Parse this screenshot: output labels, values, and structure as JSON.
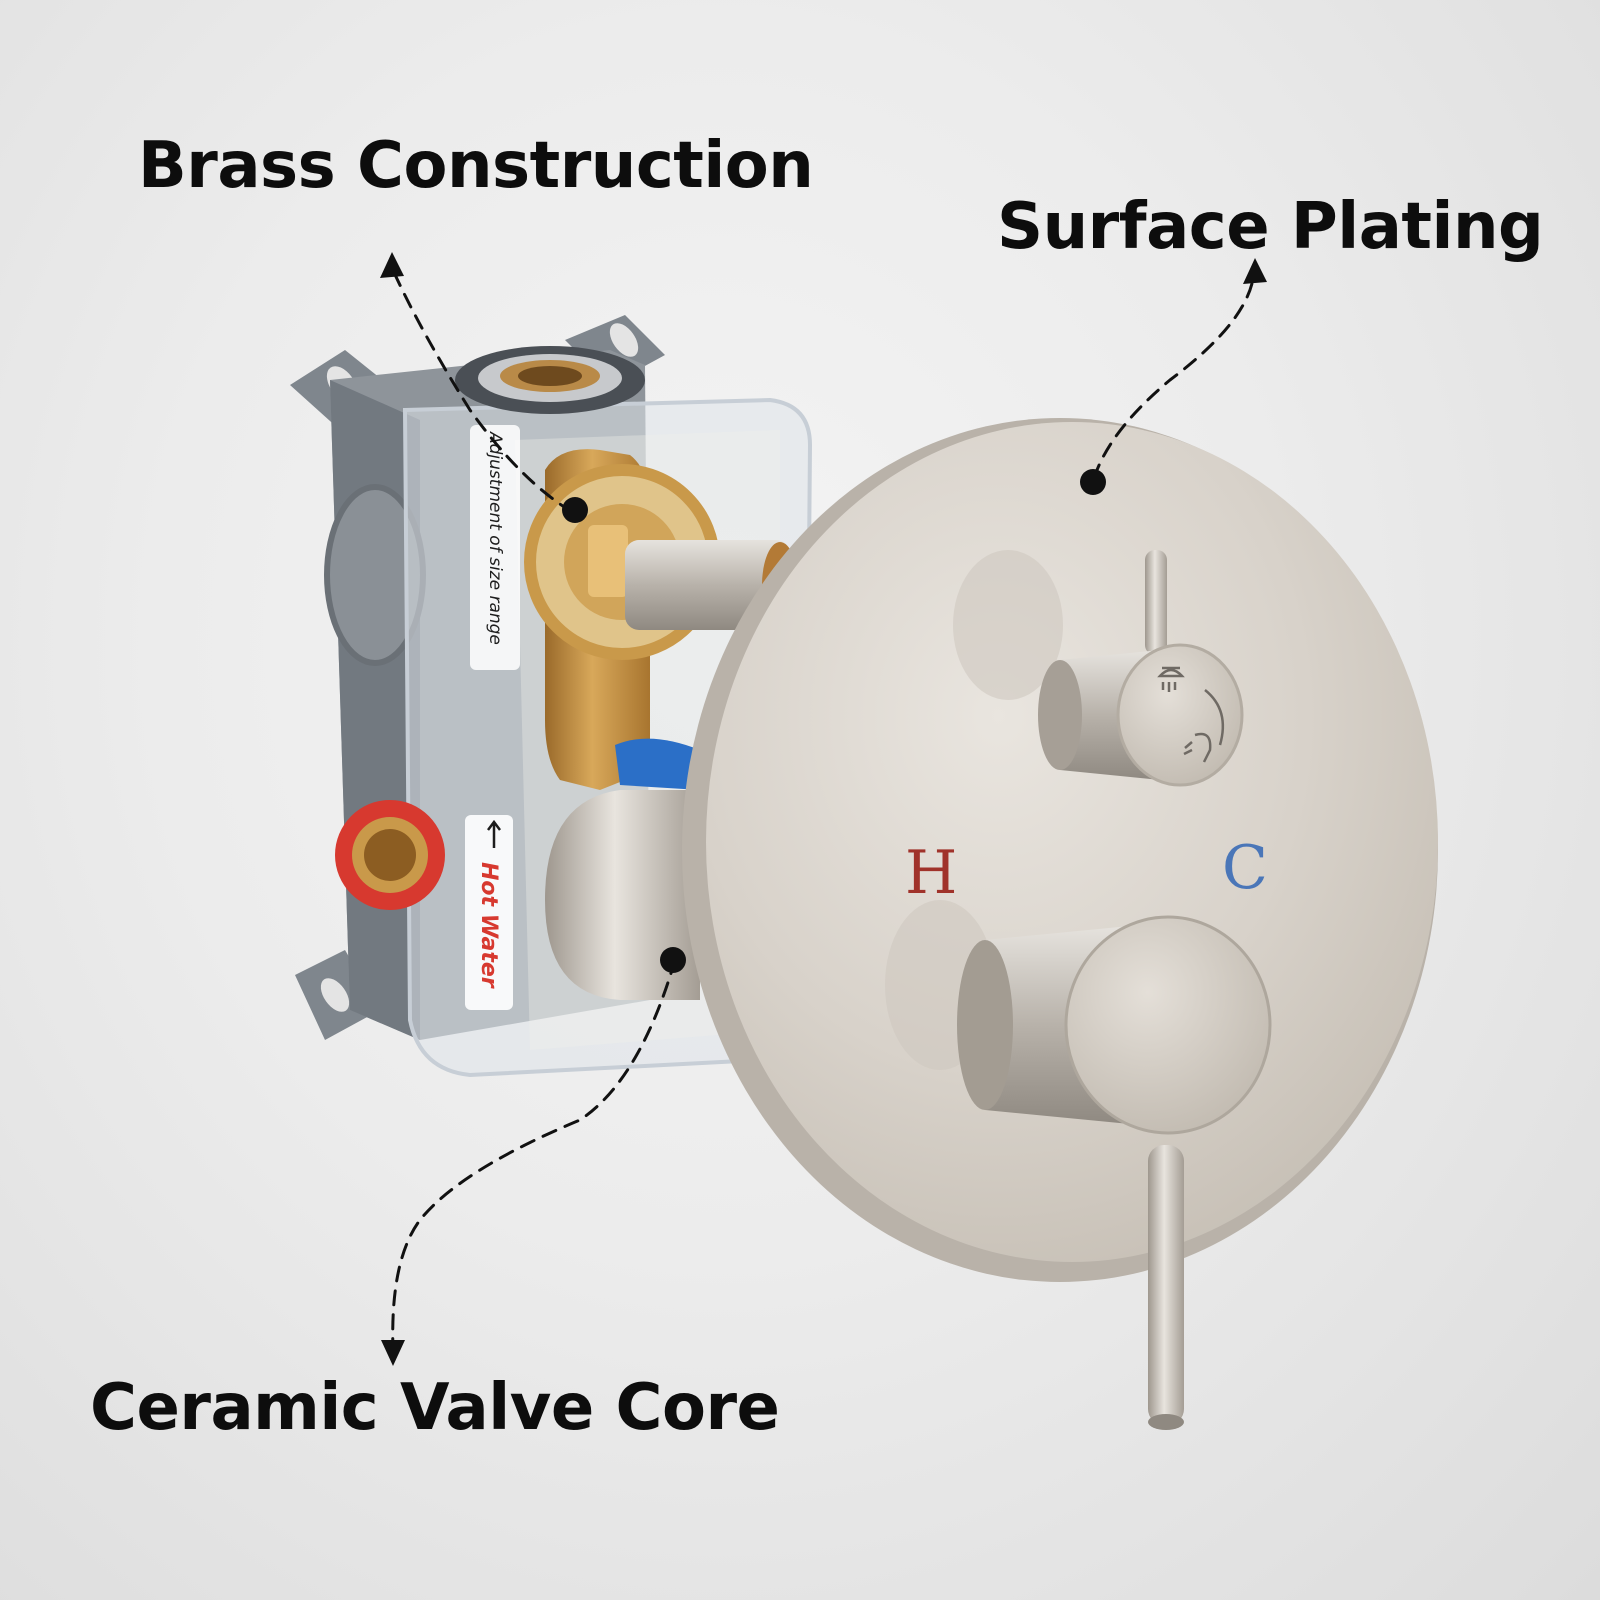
{
  "callouts": {
    "brass": "Brass Construction",
    "surface": "Surface Plating",
    "ceramic": "Ceramic Valve Core"
  },
  "valve_box": {
    "size_label": "Adjustment of size range",
    "hot_label": "Hot Water"
  },
  "trim_plate": {
    "hot_mark": "H",
    "cold_mark": "C"
  },
  "colors": {
    "hot": "#a0322a",
    "cold": "#4a76b8",
    "text": "#0d0d0d",
    "brass": "#c9994a",
    "brushed_nickel": "#d8d2ca"
  }
}
